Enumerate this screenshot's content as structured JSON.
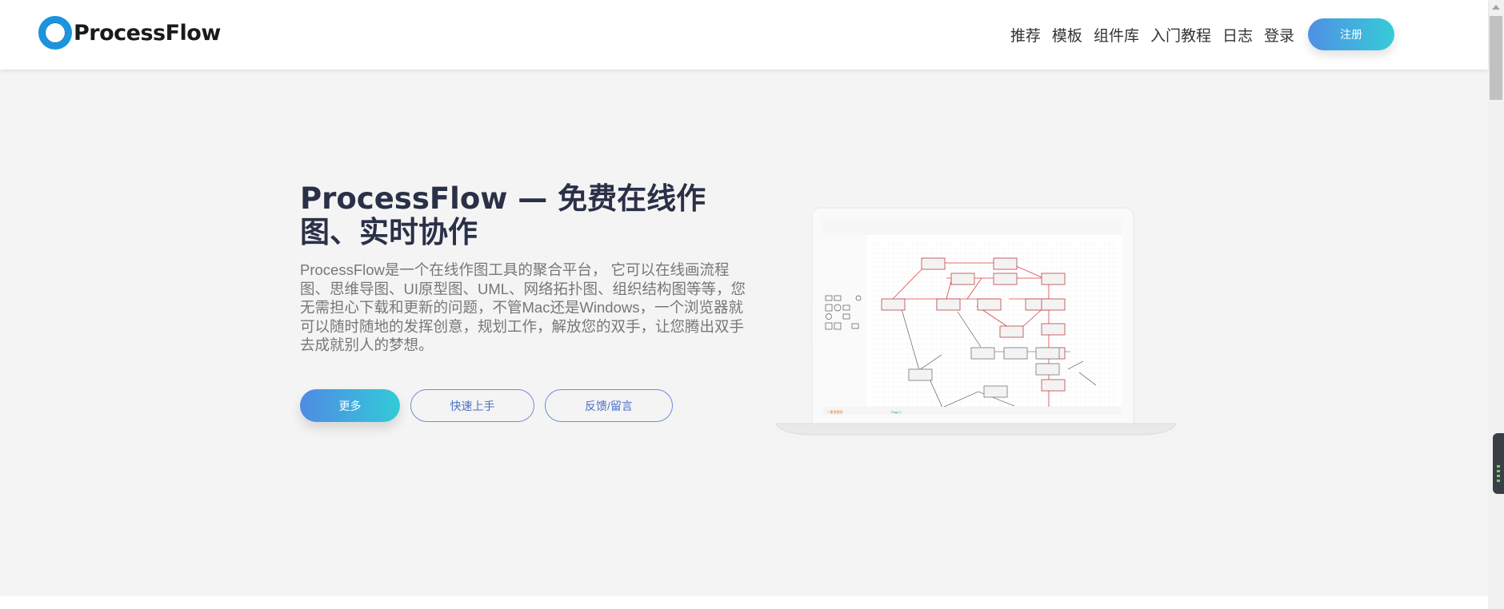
{
  "header": {
    "brand": "ProcessFlow",
    "nav": [
      {
        "label": "推荐"
      },
      {
        "label": "模板"
      },
      {
        "label": "组件库"
      },
      {
        "label": "入门教程"
      },
      {
        "label": "日志"
      },
      {
        "label": "登录"
      }
    ],
    "signup_label": "注册"
  },
  "hero": {
    "title": "ProcessFlow — 免费在线作图、实时协作",
    "description": "ProcessFlow是一个在线作图工具的聚合平台， 它可以在线画流程图、思维导图、UI原型图、UML、网络拓扑图、组织结构图等等，您无需担心下载和更新的问题，不管Mac还是Windows，一个浏览器就可以随时随地的发挥创意，规划工作，解放您的双手，让您腾出双手去成就别人的梦想。",
    "buttons": [
      {
        "label": "更多"
      },
      {
        "label": "快速上手"
      },
      {
        "label": "反馈/留言"
      }
    ],
    "preview_tab": "Page-1"
  },
  "colors": {
    "brand_blue": "#1a94de",
    "gradient_start": "#4f8be3",
    "gradient_end": "#33cad8",
    "title": "#2a3047",
    "diagram_red": "#e04040"
  }
}
